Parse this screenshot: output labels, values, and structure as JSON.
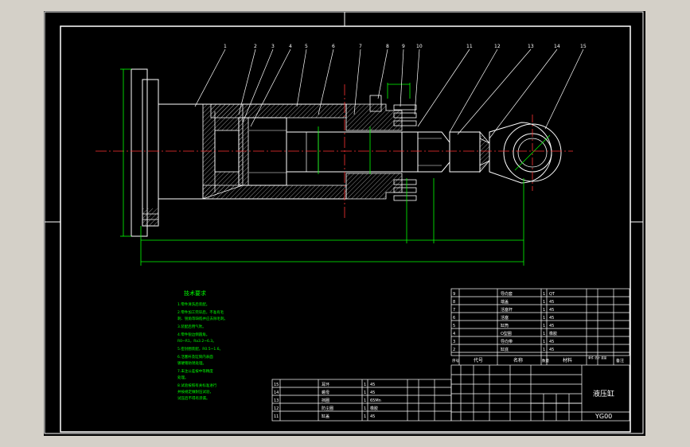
{
  "colors": {
    "background": "#000000",
    "frame": "#ffffff",
    "outline": "#ffffff",
    "dimension": "#00ff00",
    "leader": "#ffffff",
    "hatch": "#b0b0b0",
    "center_line": "#ff3333",
    "tech_text": "#00ff00",
    "table_text": "#ffffff"
  },
  "part_numbers": [
    "1",
    "2",
    "3",
    "4",
    "5",
    "6",
    "7",
    "8",
    "9",
    "10",
    "11",
    "12",
    "13",
    "14",
    "15"
  ],
  "technical_requirements": {
    "title": "技术要求",
    "lines": [
      "1.零件清洗后装配。",
      "2.零件加工完毕后，不准有毛",
      "  刺、锐角等缺陷并应去除毛刺。",
      "3.装配后用气吹。",
      "4.零件锐边倒圆角。",
      "  R0~R1，Ra3.2~6.3。",
      "5.密封圈装配，R0.5~1.6。",
      "6.活塞杆及缸筒内表面",
      "  镀硬铬防锈处理。",
      "7.未注公差按中等精度",
      "  处理。",
      "8.试验按照有关标准进行",
      "  并按规定做耐压试验，",
      "  试压后不得有渗漏。"
    ]
  },
  "parts_list": {
    "rows_upper": [
      {
        "no": "9",
        "name": "导向套",
        "qty": "1",
        "mat": "QT"
      },
      {
        "no": "8",
        "name": "端盖",
        "qty": "1",
        "mat": "45"
      },
      {
        "no": "7",
        "name": "活塞杆",
        "qty": "1",
        "mat": "45"
      },
      {
        "no": "6",
        "name": "活塞",
        "qty": "1",
        "mat": "45"
      },
      {
        "no": "5",
        "name": "缸筒",
        "qty": "1",
        "mat": "45"
      },
      {
        "no": "4",
        "name": "O型圈",
        "qty": "1",
        "mat": "橡胶"
      },
      {
        "no": "3",
        "name": "导向带",
        "qty": "1",
        "mat": "45"
      },
      {
        "no": "2",
        "name": "缸底",
        "qty": "1",
        "mat": "45"
      }
    ],
    "header": {
      "no": "序号",
      "code": "代号",
      "name": "名称",
      "qty": "数量",
      "mat": "材料",
      "weight": "单件 总计 重量",
      "note": "备注"
    },
    "rows_lower": [
      {
        "no": "15",
        "name": "耳环",
        "qty": "1",
        "mat": "45"
      },
      {
        "no": "14",
        "name": "螺母",
        "qty": "1",
        "mat": "45"
      },
      {
        "no": "13",
        "name": "挡圈",
        "qty": "1",
        "mat": "65Mn"
      },
      {
        "no": "12",
        "name": "防尘圈",
        "qty": "1",
        "mat": "橡胶"
      },
      {
        "no": "11",
        "name": "缸盖",
        "qty": "1",
        "mat": "45"
      }
    ]
  },
  "title_block": {
    "drawing_name": "液压缸",
    "drawing_code": "YG00"
  }
}
